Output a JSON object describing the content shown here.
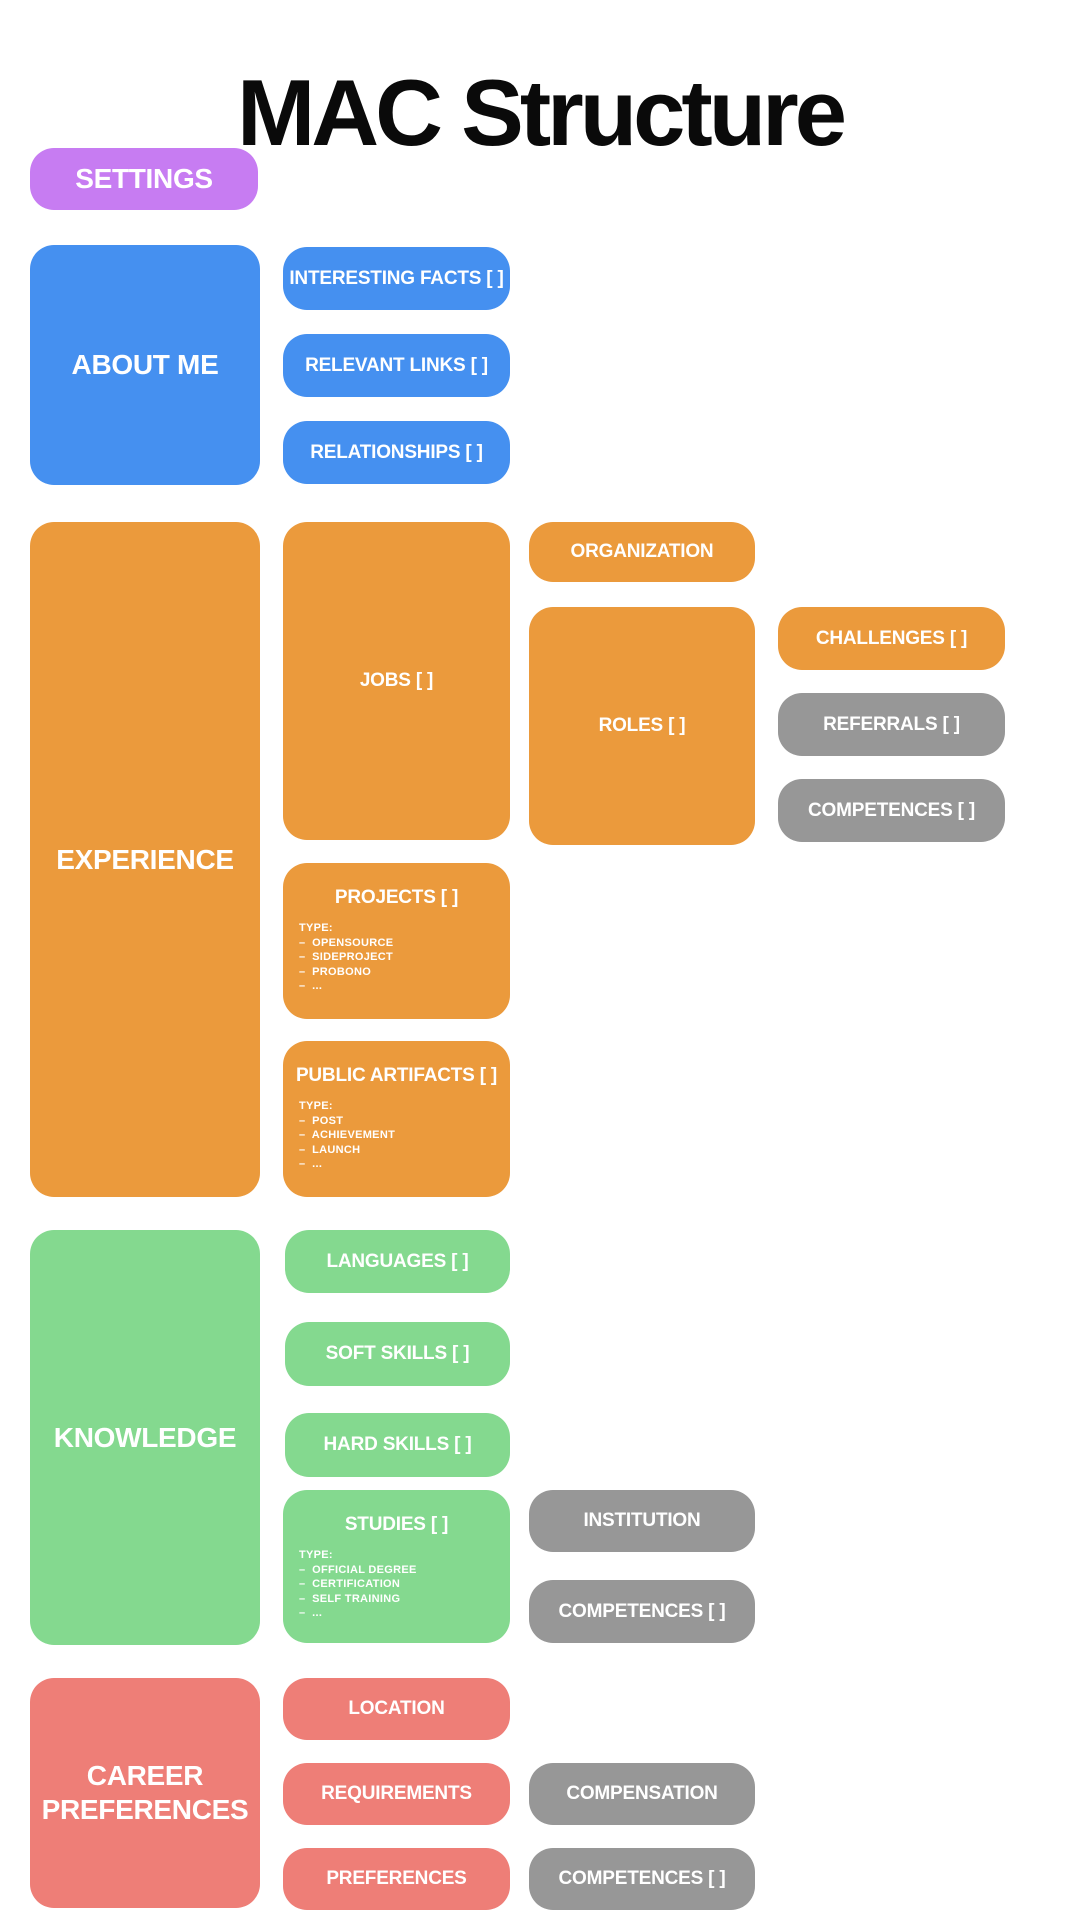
{
  "title": "MAC Structure",
  "colors": {
    "purple": "#c77cf2",
    "blue": "#4590f0",
    "orange": "#eb9a3c",
    "green": "#84d98f",
    "salmon": "#ee7e77",
    "gray": "#979797"
  },
  "settings": {
    "label": "SETTINGS"
  },
  "about_me": {
    "label": "ABOUT ME",
    "children": [
      "INTERESTING FACTS [ ]",
      "RELEVANT LINKS [ ]",
      "RELATIONSHIPS [ ]"
    ]
  },
  "experience": {
    "label": "EXPERIENCE",
    "jobs": {
      "label": "JOBS [ ]"
    },
    "organization": {
      "label": "ORGANIZATION"
    },
    "roles": {
      "label": "ROLES [ ]"
    },
    "challenges": {
      "label": "CHALLENGES [ ]"
    },
    "referrals": {
      "label": "REFERRALS [ ]"
    },
    "competences": {
      "label": "COMPETENCES [ ]"
    },
    "projects": {
      "label": "PROJECTS [ ]",
      "type_heading": "TYPE:",
      "types": [
        "–  OPENSOURCE",
        "–  SIDEPROJECT",
        "–  PROBONO",
        "–  ..."
      ]
    },
    "public_artifacts": {
      "label": "PUBLIC ARTIFACTS [ ]",
      "type_heading": "TYPE:",
      "types": [
        "–  POST",
        "–  ACHIEVEMENT",
        "–  LAUNCH",
        "–  ..."
      ]
    }
  },
  "knowledge": {
    "label": "KNOWLEDGE",
    "languages": {
      "label": "LANGUAGES [ ]"
    },
    "soft_skills": {
      "label": "SOFT SKILLS [ ]"
    },
    "hard_skills": {
      "label": "HARD SKILLS [ ]"
    },
    "studies": {
      "label": "STUDIES [ ]",
      "type_heading": "TYPE:",
      "types": [
        "–  OFFICIAL DEGREE",
        "–  CERTIFICATION",
        "–  SELF TRAINING",
        "–  ..."
      ]
    },
    "institution": {
      "label": "INSTITUTION"
    },
    "competences": {
      "label": "COMPETENCES [ ]"
    }
  },
  "career_preferences": {
    "label": "CAREER PREFERENCES",
    "location": {
      "label": "LOCATION"
    },
    "requirements": {
      "label": "REQUIREMENTS"
    },
    "preferences": {
      "label": "PREFERENCES"
    },
    "compensation": {
      "label": "COMPENSATION"
    },
    "competences": {
      "label": "COMPETENCES [ ]"
    }
  }
}
